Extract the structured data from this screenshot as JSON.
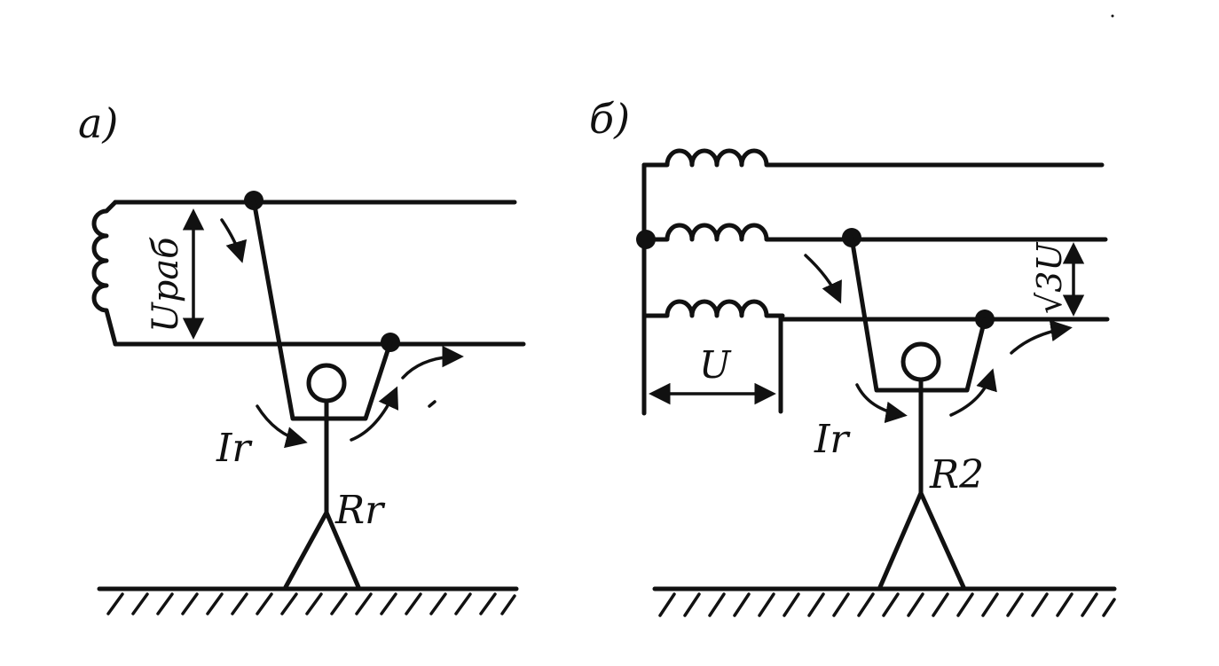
{
  "panel_a": {
    "label": "a)",
    "voltage_label": "Uраб",
    "current_label": "Ir",
    "resistance_label": "Rr"
  },
  "panel_b": {
    "label": "б)",
    "phase_voltage_label": "U",
    "line_voltage_label": "√3U",
    "current_label": "Ir",
    "resistance_label": "R2"
  }
}
